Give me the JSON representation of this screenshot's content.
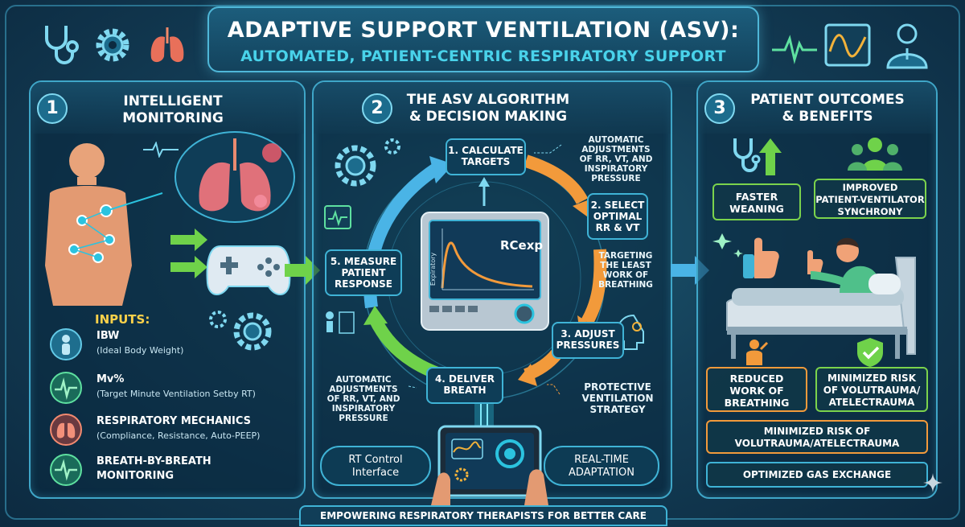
{
  "header": {
    "title": "ADAPTIVE SUPPORT VENTILATION (ASV):",
    "subtitle": "AUTOMATED, PATIENT-CENTRIC RESPIRATORY SUPPORT"
  },
  "panel1": {
    "number": "1",
    "title_line1": "INTELLIGENT",
    "title_line2": "MONITORING",
    "inputs_label": "INPUTS:",
    "inputs": [
      {
        "title": "IBW",
        "desc": "(Ideal Body Weight)",
        "icon": "person-icon"
      },
      {
        "title": "Mv%",
        "desc": "(Target Minute Ventilation Setby RT)",
        "icon": "waveform-icon"
      },
      {
        "title": "RESPIRATORY MECHANICS",
        "desc": "(Compliance, Resistance, Auto-PEEP)",
        "icon": "lungs-icon"
      },
      {
        "title": "BREATH-BY-BREATH",
        "desc": "MONITORING",
        "icon": "pulse-icon"
      }
    ]
  },
  "panel2": {
    "number": "2",
    "title_line1": "THE ASV ALGORITHM",
    "title_line2": "& DECISION MAKING",
    "steps": [
      {
        "line1": "1. CALCULATE",
        "line2": "TARGETS",
        "line3": ""
      },
      {
        "line1": "2. SELECT",
        "line2": "OPTIMAL",
        "line3": "RR & VT"
      },
      {
        "line1": "3. ADJUST",
        "line2": "PRESSURES",
        "line3": ""
      },
      {
        "line1": "4. DELIVER",
        "line2": "BREATH",
        "line3": ""
      },
      {
        "line1": "5. MEASURE",
        "line2": "PATIENT",
        "line3": "RESPONSE"
      }
    ],
    "note_top": [
      "AUTOMATIC",
      "ADJUSTMENTS",
      "OF RR, VT, AND",
      "INSPIRATORY",
      "PRESSURE"
    ],
    "note_target": [
      "TARGETING",
      "THE LEAST",
      "WORK OF",
      "BREATHING"
    ],
    "note_bottom_left": [
      "AUTOMATIC",
      "ADJUSTMENTS",
      "OF RR, VT, AND",
      "INSPIRATORY",
      "PRESSURE"
    ],
    "note_protective": [
      "PROTECTIVE",
      "VENTILATION",
      "STRATEGY"
    ],
    "monitor_label": "RCexp",
    "monitor_ylabel": "Expiratory",
    "rt_control": [
      "RT Control",
      "Interface"
    ],
    "realtime": [
      "REAL-TIME",
      "ADAPTATION"
    ]
  },
  "panel3": {
    "number": "3",
    "title_line1": "PATIENT OUTCOMES",
    "title_line2": "& BENEFITS",
    "faster_weaning": [
      "FASTER",
      "WEANING"
    ],
    "synchrony": [
      "IMPROVED",
      "PATIENT-VENTILATOR",
      "SYNCHRONY"
    ],
    "reduced_wob": [
      "REDUCED",
      "WORK OF",
      "BREATHING"
    ],
    "min_risk_a": [
      "MINIMIZED RISK",
      "OF VOLUTRAUMA/",
      "ATELECTRAUMA"
    ],
    "min_risk_b": [
      "MINIMIZED RISK OF",
      "VOLUTRAUMA/ATELECTRAUMA"
    ],
    "gas_exchange": "OPTIMIZED GAS EXCHANGE"
  },
  "footer": "EMPOWERING RESPIRATORY THERAPISTS FOR BETTER CARE",
  "colors": {
    "accent": "#49d2ea",
    "orange": "#f29a3b",
    "green": "#7bd34c",
    "yellow": "#ffd24a"
  }
}
